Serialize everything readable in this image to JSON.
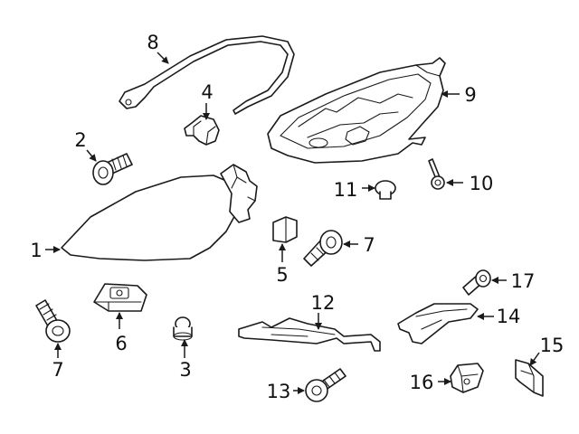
{
  "callouts": [
    {
      "id": "c1",
      "text": "1"
    },
    {
      "id": "c2",
      "text": "2"
    },
    {
      "id": "c3",
      "text": "3"
    },
    {
      "id": "c4",
      "text": "4"
    },
    {
      "id": "c5",
      "text": "5"
    },
    {
      "id": "c6",
      "text": "6"
    },
    {
      "id": "c7a",
      "text": "7"
    },
    {
      "id": "c7b",
      "text": "7"
    },
    {
      "id": "c8",
      "text": "8"
    },
    {
      "id": "c9",
      "text": "9"
    },
    {
      "id": "c10",
      "text": "10"
    },
    {
      "id": "c11",
      "text": "11"
    },
    {
      "id": "c12",
      "text": "12"
    },
    {
      "id": "c13",
      "text": "13"
    },
    {
      "id": "c14",
      "text": "14"
    },
    {
      "id": "c15",
      "text": "15"
    },
    {
      "id": "c16",
      "text": "16"
    },
    {
      "id": "c17",
      "text": "17"
    }
  ]
}
